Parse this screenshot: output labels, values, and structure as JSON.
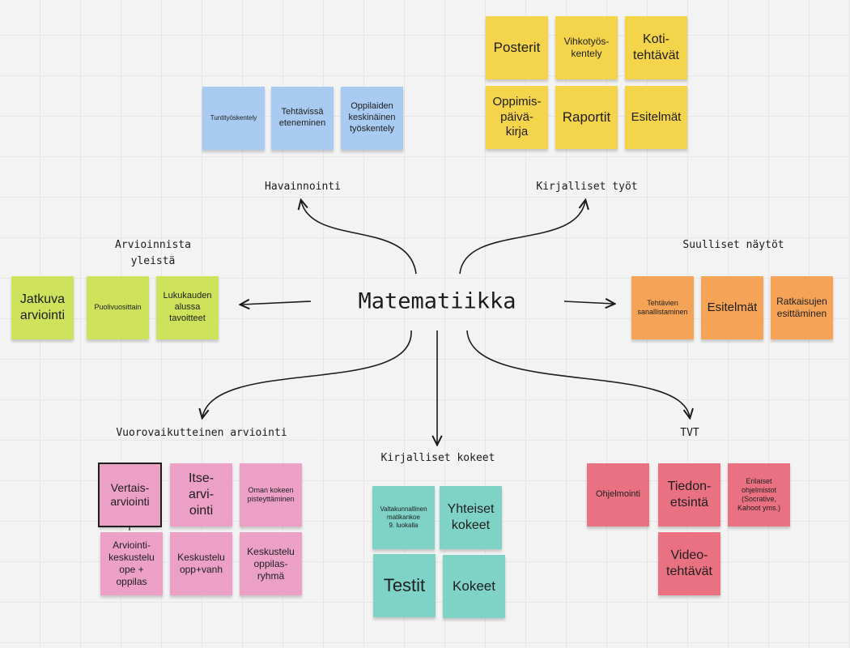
{
  "center": "Matematiikka",
  "colors": {
    "blue": "#a9cbf1",
    "yellow": "#f4d44a",
    "green": "#cfe25c",
    "orange": "#f5a357",
    "pink": "#eca0c6",
    "teal": "#7fd2c6",
    "red": "#ea7182"
  },
  "categories": {
    "havainnointi": "Havainnointi",
    "kirjalliset_tyot": "Kirjalliset työt",
    "arvioinnista_yleista": "Arvioinnista\nyleistä",
    "suulliset_naytot": "Suulliset näytöt",
    "vuorovaikutteinen": "Vuorovaikutteinen arviointi",
    "kirjalliset_kokeet": "Kirjalliset kokeet",
    "tvt": "TVT"
  },
  "notes": {
    "havainnointi": [
      "Tuntityöskentely",
      "Tehtävissä\neteneminen",
      "Oppilaiden\nkeskinäinen\ntyöskentely"
    ],
    "kirjalliset_tyot": [
      "Posterit",
      "Vihkotyös-\nkentely",
      "Koti-\ntehtävät",
      "Oppimis-\npäivä-\nkirja",
      "Raportit",
      "Esitelmät"
    ],
    "arvioinnista_yleista": [
      "Jatkuva\narviointi",
      "Puolivuosittain",
      "Lukukauden\nalussa\ntavoitteet"
    ],
    "suulliset_naytot": [
      "Tehtävien\nsanallistaminen",
      "Esitelmät",
      "Ratkaisujen\nesittäminen"
    ],
    "vuorovaikutteinen": [
      "Vertais-\narviointi",
      "Itse-\narvi-\nointi",
      "Oman kokeen\npisteyttäminen",
      "Arviointi-\nkeskustelu\nope +\noppilas",
      "Keskustelu\nopp+vanh",
      "Keskustelu\noppilas-\nryhmä"
    ],
    "kirjalliset_kokeet": [
      "Valtakunnallinen\nmatikankoe\n9. luokalla",
      "Yhteiset\nkokeet",
      "Testit",
      "Kokeet"
    ],
    "tvt": [
      "Ohjelmointi",
      "Tiedon-\netsintä",
      "Erilaiset\nohjelmistot\n(Socrative,\nKahoot yms.)",
      "Video-\ntehtävät"
    ]
  }
}
